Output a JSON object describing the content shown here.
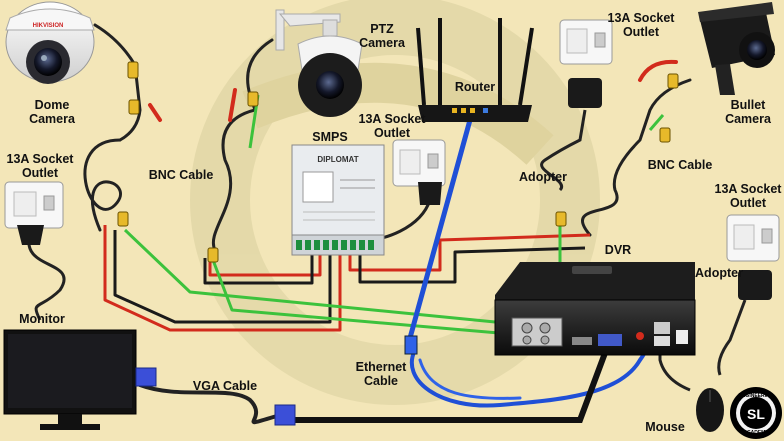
{
  "labels": {
    "dome_camera": "Dome\nCamera",
    "ptz_camera": "PTZ\nCamera",
    "router": "Router",
    "outlet_top_right": "13A Socket\nOutlet",
    "outlet_mid": "13A Socket\nOutlet",
    "bullet_camera": "Bullet\nCamera",
    "smps": "SMPS",
    "outlet_left": "13A Socket\nOutlet",
    "bnc_cable_left": "BNC Cable",
    "bnc_cable_right": "BNC Cable",
    "adopter_mid": "Adopter",
    "outlet_right": "13A Socket\nOutlet",
    "dvr": "DVR",
    "adopter_right": "Adopter",
    "monitor": "Monitor",
    "vga_cable": "VGA Cable",
    "ethernet_cable": "Ethernet\nCable",
    "mouse": "Mouse"
  },
  "device_text": {
    "dome_brand": "HIKVISION",
    "smps_brand": "DIPLOMAT",
    "logo_top": "ENGINEERING",
    "logo_mid": "SL",
    "logo_bottom": "ACADEMY"
  },
  "colors": {
    "background": "#f3e6b8",
    "watermark": "#d9cfa3",
    "power_red": "#d22b1c",
    "power_black": "#1a1a1a",
    "video_green": "#3cc23c",
    "ethernet_blue": "#1f4fd6",
    "bnc_yellow": "#e7b92a"
  }
}
